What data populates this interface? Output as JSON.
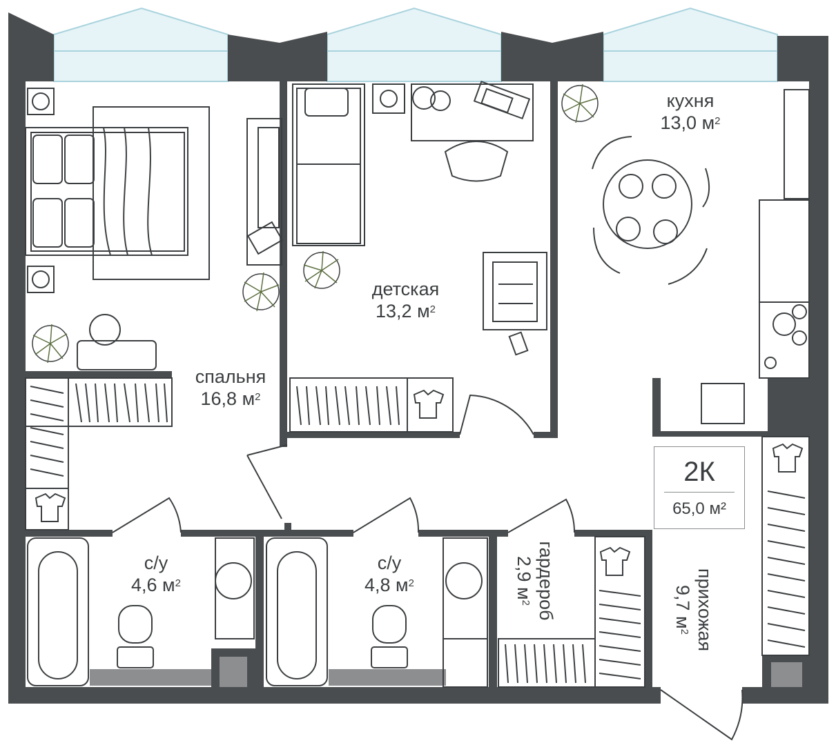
{
  "plan": {
    "apartment_type": "2К",
    "total_area": "65,0 м²",
    "area_unit_sup": "2",
    "rooms": [
      {
        "id": "kitchen",
        "name": "кухня",
        "area": "13,0 м"
      },
      {
        "id": "kids",
        "name": "детская",
        "area": "13,2 м"
      },
      {
        "id": "bedroom",
        "name": "спальня",
        "area": "16,8 м"
      },
      {
        "id": "bath1",
        "name": "с/у",
        "area": "4,6 м"
      },
      {
        "id": "bath2",
        "name": "с/у",
        "area": "4,8 м"
      },
      {
        "id": "wardrobe",
        "name": "гардероб",
        "area": "2,9 м"
      },
      {
        "id": "hall",
        "name": "прихожая",
        "area": "9,7 м"
      }
    ]
  },
  "colors": {
    "wall": "#4a4d4f",
    "line": "#3b3e40",
    "window": "#e6f4f7",
    "window_line": "#a9d3dd",
    "plant": "#6d8150",
    "floor_tile": "#8c8e90"
  }
}
